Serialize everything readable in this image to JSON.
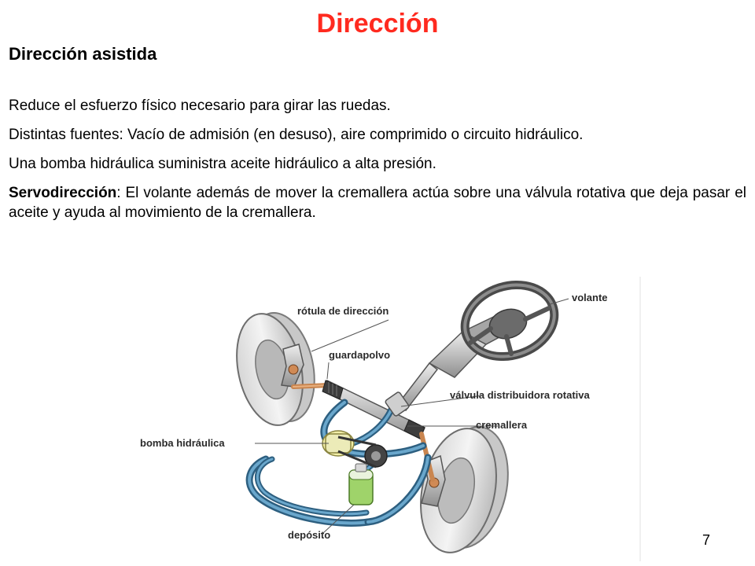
{
  "slide": {
    "title": "Dirección",
    "subtitle": "Dirección asistida",
    "paragraphs": {
      "p1": "Reduce el esfuerzo físico necesario para girar las ruedas.",
      "p2": "Distintas fuentes: Vacío de admisión (en desuso), aire comprimido o circuito hidráulico.",
      "p3": "Una bomba hidráulica suministra aceite hidráulico a alta presión.",
      "p4_term": "Servodirección",
      "p4_rest": ": El volante además de mover la cremallera actúa sobre una válvula rotativa que deja pasar el aceite  y ayuda al movimiento de la cremallera."
    },
    "page_number": "7"
  },
  "diagram": {
    "labels": {
      "volante": "volante",
      "rotula": "rótula de dirección",
      "guardapolvo": "guardapolvo",
      "valvula": "válvula distribuidora rotativa",
      "cremallera": "cremallera",
      "bomba": "bomba hidráulica",
      "deposito": "depósito"
    }
  }
}
